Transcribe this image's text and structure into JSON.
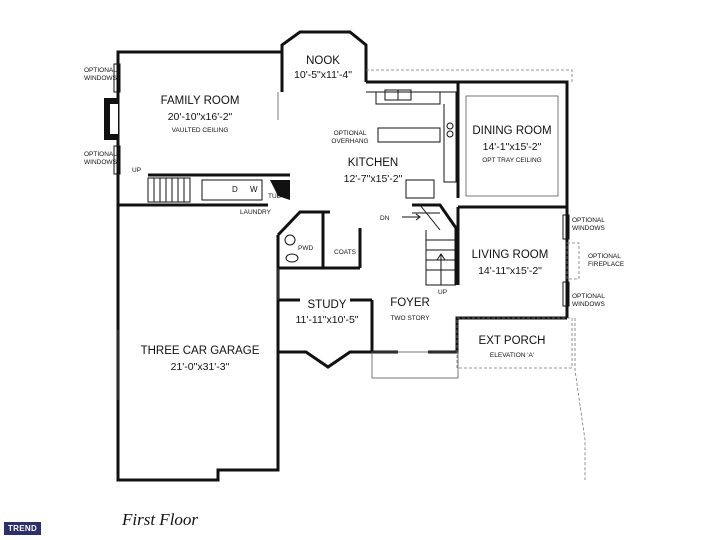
{
  "plan": {
    "rooms": [
      {
        "id": "family-room",
        "name": "FAMILY ROOM",
        "dims": "20'-10\"x16'-2\"",
        "note": "VAULTED CEILING"
      },
      {
        "id": "nook",
        "name": "NOOK",
        "dims": "10'-5\"x11'-4\""
      },
      {
        "id": "dining-room",
        "name": "DINING ROOM",
        "dims": "14'-1\"x15'-2\"",
        "note": "OPT TRAY CEILING"
      },
      {
        "id": "kitchen",
        "name": "KITCHEN",
        "dims": "12'-7\"x15'-2\""
      },
      {
        "id": "living-room",
        "name": "LIVING ROOM",
        "dims": "14'-11\"x15'-2\""
      },
      {
        "id": "study",
        "name": "STUDY",
        "dims": "11'-11\"x10'-5\""
      },
      {
        "id": "foyer",
        "name": "FOYER",
        "note": "TWO STORY"
      },
      {
        "id": "ext-porch",
        "name": "EXT PORCH",
        "note": "ELEVATION 'A'"
      },
      {
        "id": "garage",
        "name": "THREE CAR GARAGE",
        "dims": "21'-0\"x31'-3\""
      }
    ],
    "labels": {
      "opt_windows_1": "OPTIONAL",
      "opt_windows_2": "WINDOWS",
      "opt_overhang_1": "OPTIONAL",
      "opt_overhang_2": "OVERHANG",
      "opt_fireplace_1": "OPTIONAL",
      "opt_fireplace_2": "FIREPLACE",
      "laundry": "LAUNDRY",
      "pwd": "PWD",
      "coats": "COATS",
      "dn": "DN",
      "up": "UP",
      "tub": "TUB",
      "d": "D",
      "w": "W"
    },
    "caption": "First Floor",
    "logo_text": "TREND"
  }
}
